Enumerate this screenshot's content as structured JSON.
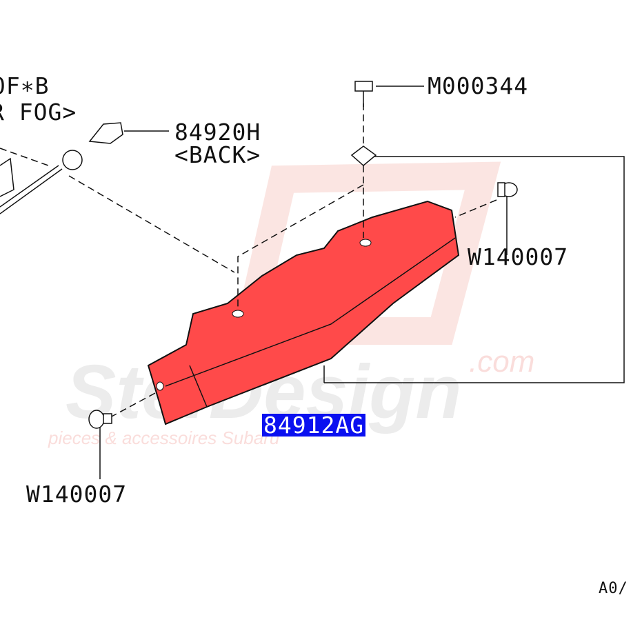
{
  "labels": {
    "top_left_line1": "0F∗B",
    "top_left_line2": "R FOG>",
    "part_bulb": "84920H",
    "part_bulb_note": "<BACK>",
    "part_nut": "M000344",
    "part_clip_right": "W140007",
    "part_clip_left": "W140007",
    "part_main_highlighted": "84912AG",
    "corner_code": "A0/"
  },
  "watermark": {
    "brand": "StefDesign",
    "domain": ".com",
    "tagline": "pieces & accessoires Subaru"
  },
  "colors": {
    "part_fill": "#ff4a4a",
    "highlight": "#0a10f0",
    "line": "#111111"
  }
}
